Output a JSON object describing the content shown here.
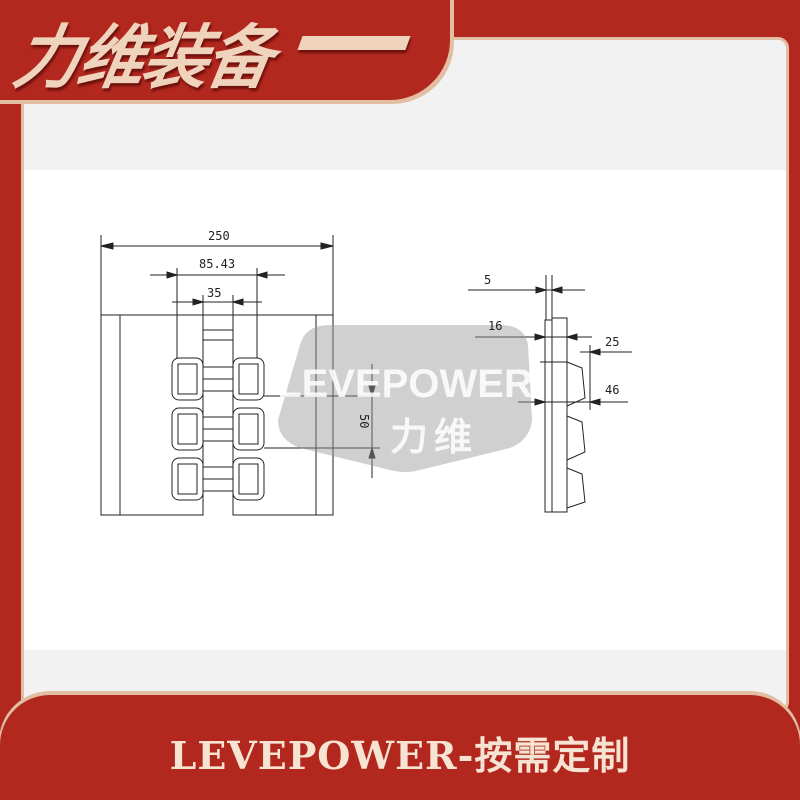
{
  "brand": {
    "logo_text": "力维装备"
  },
  "drawing": {
    "front_view": {
      "width_label": "250",
      "lug_span_label": "85.43",
      "slot_width_label": "35",
      "pitch_label": "50"
    },
    "side_view": {
      "thickness_label": "5",
      "chain_label": "16",
      "tooth_top_label": "25",
      "tooth_base_label": "46"
    }
  },
  "watermark": {
    "text_en": "LEVEPOWER",
    "text_cn": "力维"
  },
  "footer": {
    "slogan": "LEVEPOWER-按需定制"
  },
  "colors": {
    "brand_red": "#b2281f",
    "accent_gold": "#e2bfa3"
  }
}
